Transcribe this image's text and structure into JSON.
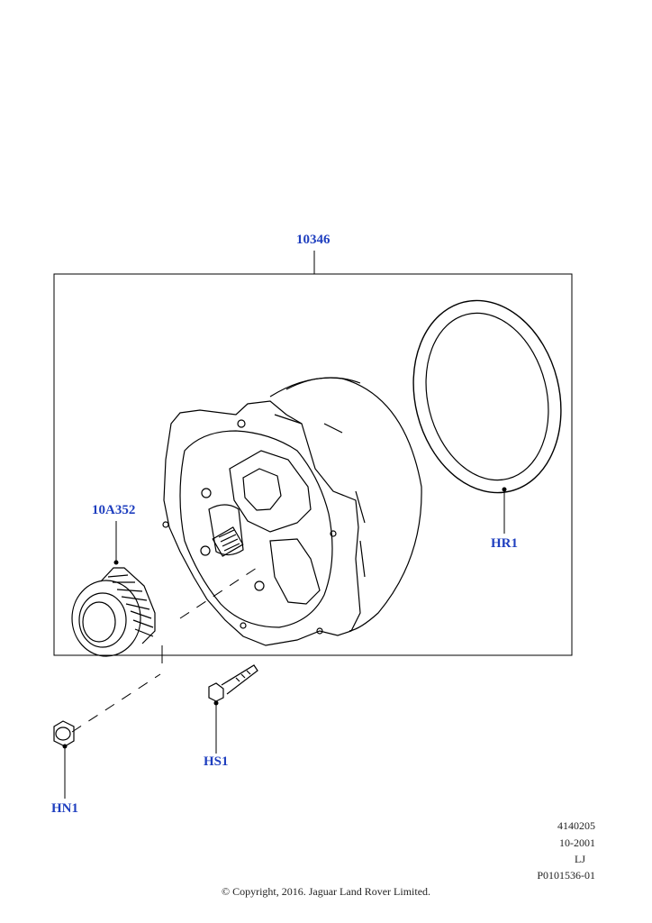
{
  "callouts": {
    "assembly": "10346",
    "pulley": "10A352",
    "ring": "HR1",
    "bolt": "HS1",
    "nut": "HN1"
  },
  "reference": {
    "code": "4140205",
    "date": "10-2001",
    "initials": "LJ",
    "part_ref": "P0101536-01"
  },
  "copyright": "© Copyright, 2016. Jaguar Land Rover Limited.",
  "colors": {
    "callout": "#1f3fbf",
    "line": "#000000"
  }
}
